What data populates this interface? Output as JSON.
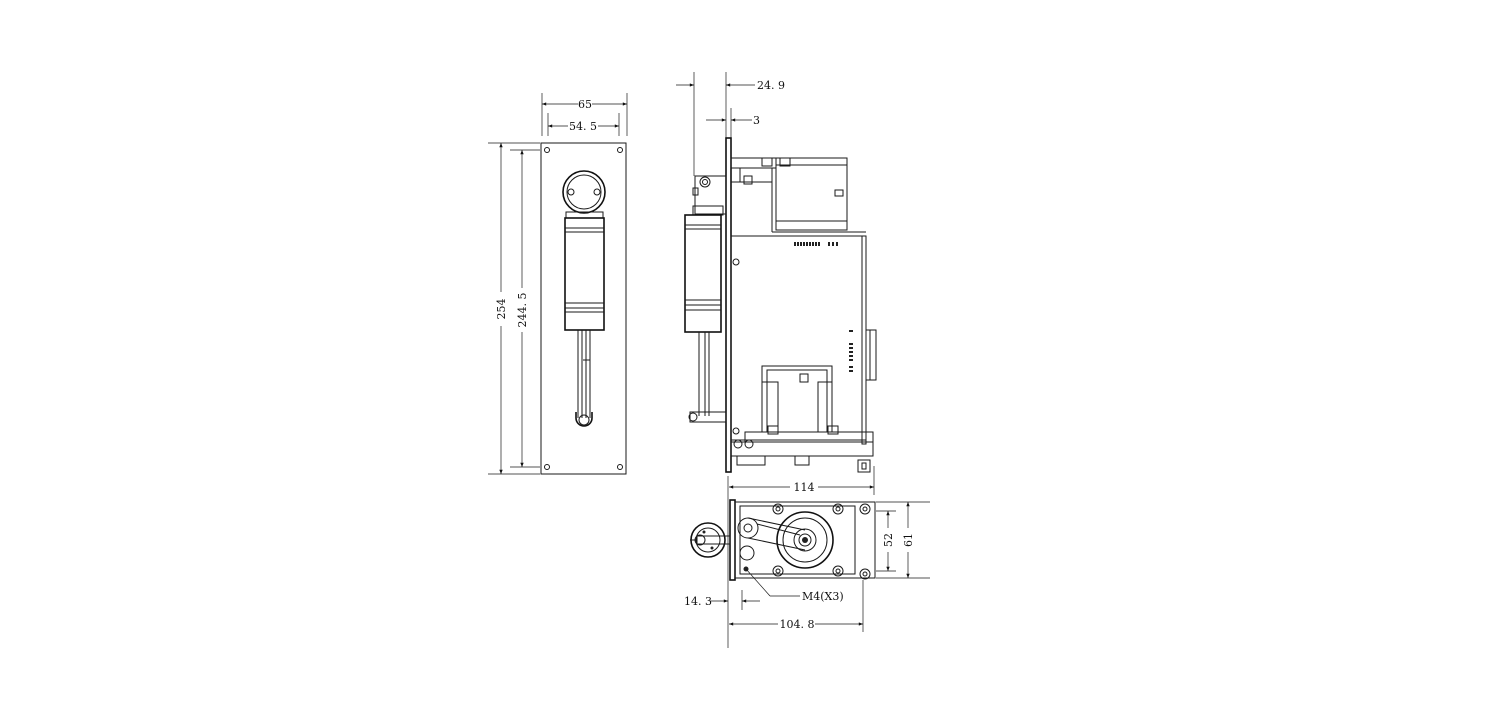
{
  "drawing": {
    "front_view": {
      "width_outer": "65",
      "width_inner": "54. 5",
      "height_outer": "254",
      "height_inner": "244. 5"
    },
    "side_view": {
      "top_offset": "24. 9",
      "panel_thickness": "3",
      "depth": "114"
    },
    "bottom_view": {
      "height_inner": "52",
      "height_outer": "61",
      "left_offset": "14. 3",
      "hole_spec": "M4(X3)",
      "hole_spacing": "104. 8"
    }
  }
}
